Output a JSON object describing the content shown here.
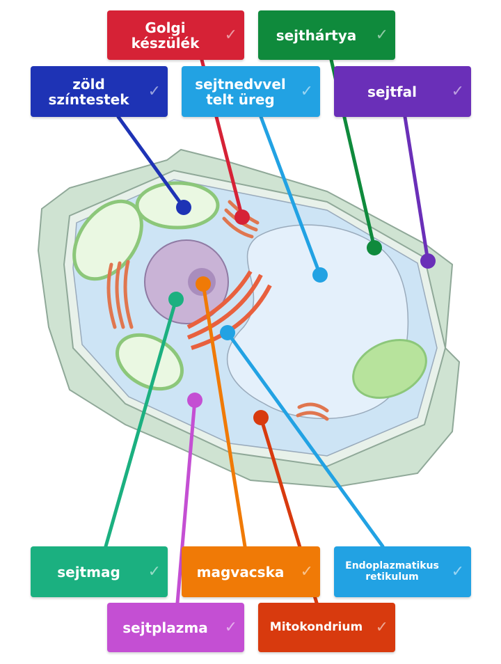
{
  "diagram": {
    "title_hidden": "Plant cell labeling exercise",
    "check_icon": "checkmark-icon",
    "labels": [
      {
        "id": "golgi",
        "text": "Golgi\nkészülék",
        "color": "#d62236"
      },
      {
        "id": "sejthartya",
        "text": "sejthártya",
        "color": "#0f8a3c"
      },
      {
        "id": "zold",
        "text": "zöld\nszíntestek",
        "color": "#1e33b5"
      },
      {
        "id": "ureg",
        "text": "sejtnedvvel\ntelt üreg",
        "color": "#22a2e3"
      },
      {
        "id": "sejtfal",
        "text": "sejtfal",
        "color": "#6a2fb8"
      },
      {
        "id": "sejtmag",
        "text": "sejtmag",
        "color": "#1bb080"
      },
      {
        "id": "magvacska",
        "text": "magvacska",
        "color": "#f07a06"
      },
      {
        "id": "er",
        "text": "Endoplazmatikus\nretikulum",
        "color": "#22a2e3"
      },
      {
        "id": "sejtplazma",
        "text": "sejtplazma",
        "color": "#c44fd3"
      },
      {
        "id": "mito",
        "text": "Mitokondrium",
        "color": "#d83a0e"
      }
    ]
  }
}
